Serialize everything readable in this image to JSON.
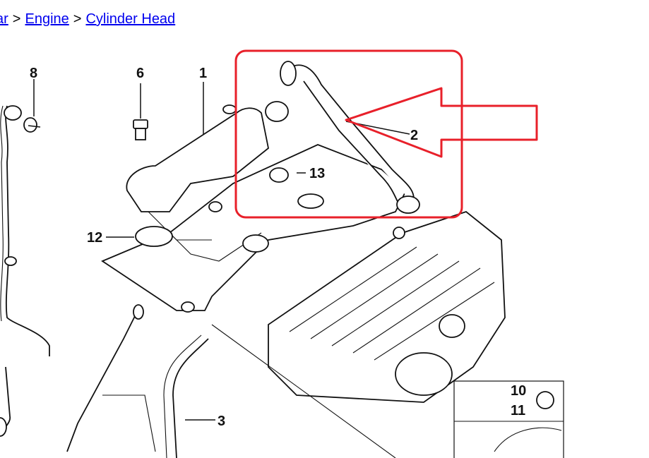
{
  "breadcrumb": {
    "items": [
      {
        "label": "ar"
      },
      {
        "label": "Engine"
      },
      {
        "label": "Cylinder Head"
      }
    ],
    "separator": ">"
  },
  "callouts": {
    "c1": "1",
    "c2": "2",
    "c3": "3",
    "c6": "6",
    "c8": "8",
    "c10": "10",
    "c11": "11",
    "c12": "12",
    "c13": "13"
  },
  "highlight": {
    "color": "#e8202a"
  }
}
